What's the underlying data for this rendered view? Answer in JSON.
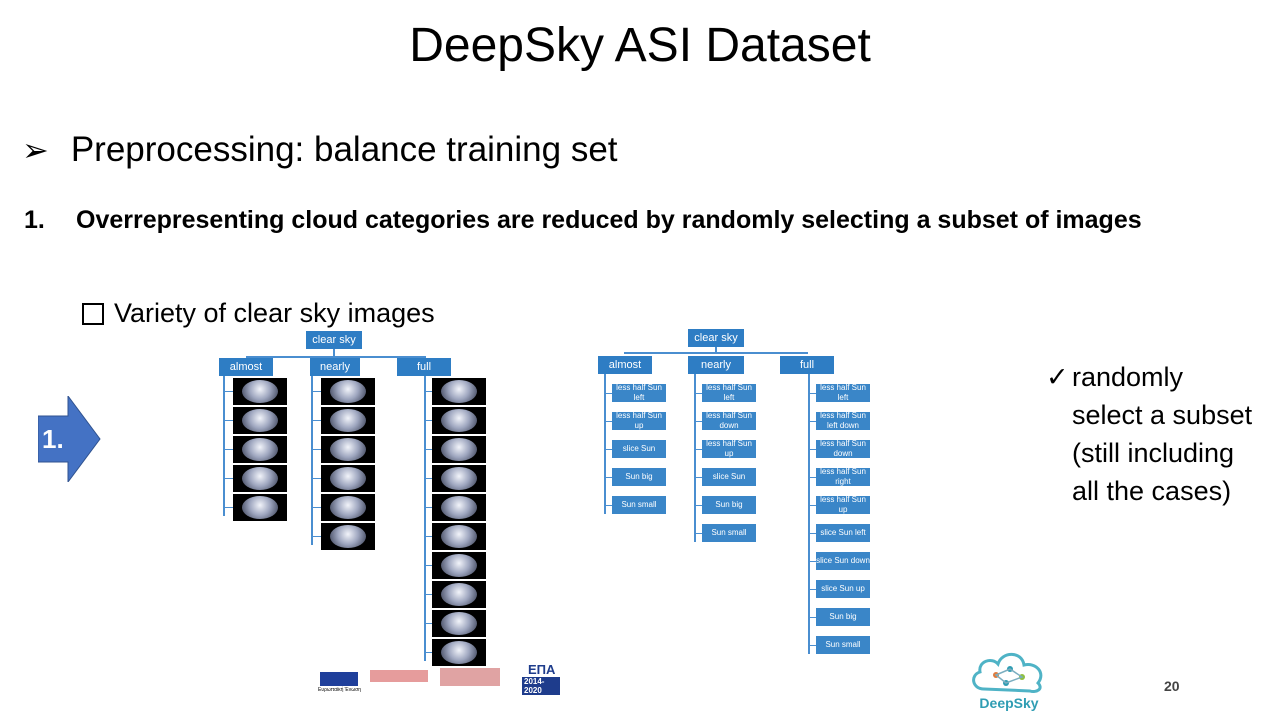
{
  "title": "DeepSky ASI Dataset",
  "bullet": "Preprocessing: balance training set",
  "numbered": {
    "number": "1.",
    "text": "Overrepresenting cloud categories are reduced by randomly selecting a subset of images"
  },
  "variety": "Variety of clear sky images",
  "step_label": "1.",
  "note": [
    "randomly",
    "select a subset",
    "(still including",
    "all the cases)"
  ],
  "tree_left": {
    "root": "clear sky",
    "categories": [
      "almost",
      "nearly",
      "full"
    ],
    "image_counts": [
      5,
      6,
      10
    ]
  },
  "tree_right": {
    "root": "clear sky",
    "categories": [
      "almost",
      "nearly",
      "full"
    ],
    "almost": [
      "less half Sun left",
      "less half Sun up",
      "slice Sun",
      "Sun big",
      "Sun small"
    ],
    "nearly": [
      "less half Sun left",
      "less half Sun down",
      "less half Sun up",
      "slice Sun",
      "Sun big",
      "Sun small"
    ],
    "full": [
      "less half Sun left",
      "less half Sun left down",
      "less half Sun down",
      "less half Sun right",
      "less half Sun up",
      "slice Sun left",
      "slice Sun down",
      "slice Sun up",
      "Sun big",
      "Sun small"
    ]
  },
  "logos": {
    "eu_caption": "Ευρωπαϊκή Ένωση",
    "espa_text": "ΕΠΑ",
    "espa_years": "2014-2020"
  },
  "deepsky_logo_text": "DeepSky",
  "page_number": "20",
  "colors": {
    "box_blue": "#2e7dc4",
    "arrow_blue": "#4472c4",
    "logo_teal": "#2f9db3"
  }
}
